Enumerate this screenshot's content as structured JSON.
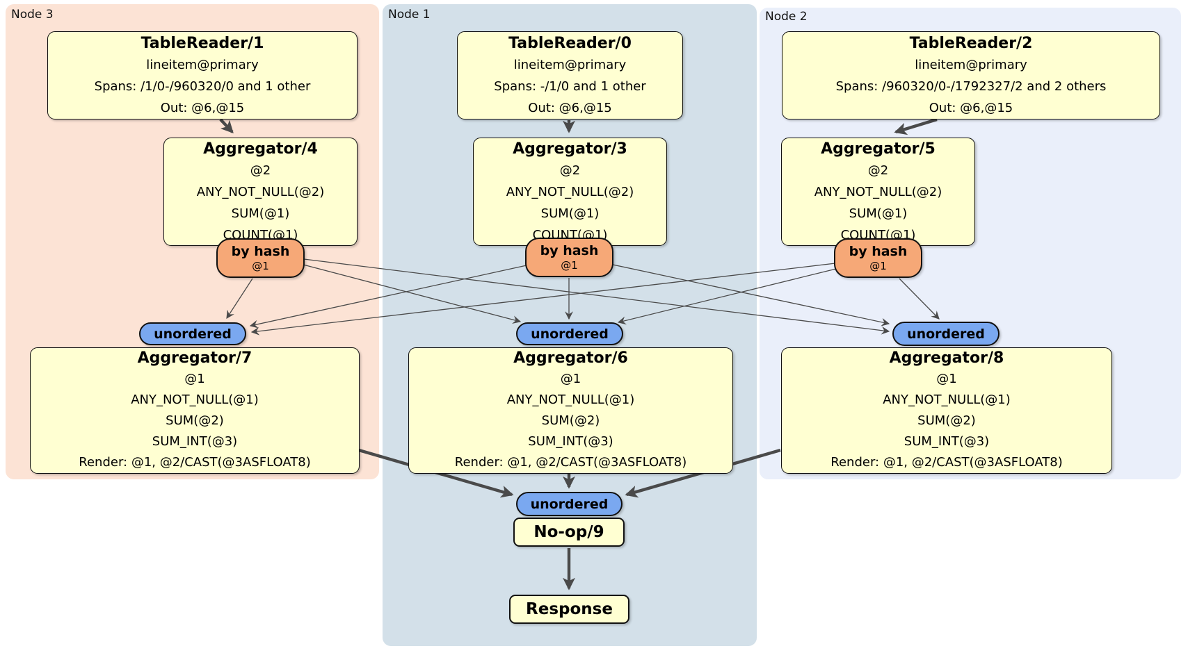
{
  "diagram_type": "distributed-sql-query-plan",
  "regions": {
    "node3": {
      "label": "Node 3",
      "bg_color": "#fce3d5"
    },
    "node1": {
      "label": "Node 1",
      "bg_color": "#d3e0e9"
    },
    "node2": {
      "label": "Node 2",
      "bg_color": "#eaeffa"
    }
  },
  "colors": {
    "processor_box_fill": "#ffffd2",
    "hash_router_fill": "#f6a877",
    "stream_collector_fill": "#7aa8f0",
    "edge_color": "#4a4a4a",
    "border_color": "#111111",
    "page_bg": "#ffffff"
  },
  "nodes": {
    "tr1": {
      "title": "TableReader/1",
      "lines": [
        "lineitem@primary",
        "Spans: /1/0-/960320/0 and 1 other",
        "Out: @6,@15"
      ]
    },
    "tr0": {
      "title": "TableReader/0",
      "lines": [
        "lineitem@primary",
        "Spans: -/1/0 and 1 other",
        "Out: @6,@15"
      ]
    },
    "tr2": {
      "title": "TableReader/2",
      "lines": [
        "lineitem@primary",
        "Spans: /960320/0-/1792327/2 and 2 others",
        "Out: @6,@15"
      ]
    },
    "agg4": {
      "title": "Aggregator/4",
      "lines": [
        "@2",
        "ANY_NOT_NULL(@2)",
        "SUM(@1)",
        "COUNT(@1)"
      ]
    },
    "agg3": {
      "title": "Aggregator/3",
      "lines": [
        "@2",
        "ANY_NOT_NULL(@2)",
        "SUM(@1)",
        "COUNT(@1)"
      ]
    },
    "agg5": {
      "title": "Aggregator/5",
      "lines": [
        "@2",
        "ANY_NOT_NULL(@2)",
        "SUM(@1)",
        "COUNT(@1)"
      ]
    },
    "agg7": {
      "title": "Aggregator/7",
      "lines": [
        "@1",
        "ANY_NOT_NULL(@1)",
        "SUM(@2)",
        "SUM_INT(@3)",
        "Render: @1, @2/CAST(@3ASFLOAT8)"
      ]
    },
    "agg6": {
      "title": "Aggregator/6",
      "lines": [
        "@1",
        "ANY_NOT_NULL(@1)",
        "SUM(@2)",
        "SUM_INT(@3)",
        "Render: @1, @2/CAST(@3ASFLOAT8)"
      ]
    },
    "agg8": {
      "title": "Aggregator/8",
      "lines": [
        "@1",
        "ANY_NOT_NULL(@1)",
        "SUM(@2)",
        "SUM_INT(@3)",
        "Render: @1, @2/CAST(@3ASFLOAT8)"
      ]
    },
    "byhash3": {
      "label": "by hash",
      "sub": "@1"
    },
    "byhash1": {
      "label": "by hash",
      "sub": "@1"
    },
    "byhash2": {
      "label": "by hash",
      "sub": "@1"
    },
    "un3": {
      "label": "unordered"
    },
    "un1": {
      "label": "unordered"
    },
    "un2": {
      "label": "unordered"
    },
    "unb": {
      "label": "unordered"
    },
    "noop": {
      "title": "No-op/9"
    },
    "response": {
      "title": "Response"
    }
  },
  "edges": [
    {
      "from": "TableReader/1",
      "to": "Aggregator/4",
      "style": "thick"
    },
    {
      "from": "TableReader/0",
      "to": "Aggregator/3",
      "style": "thick"
    },
    {
      "from": "TableReader/2",
      "to": "Aggregator/5",
      "style": "thick"
    },
    {
      "from": "by hash (Node 3)",
      "to": "unordered (Node 3)",
      "style": "thin"
    },
    {
      "from": "by hash (Node 3)",
      "to": "unordered (Node 1)",
      "style": "thin"
    },
    {
      "from": "by hash (Node 3)",
      "to": "unordered (Node 2)",
      "style": "thin"
    },
    {
      "from": "by hash (Node 1)",
      "to": "unordered (Node 3)",
      "style": "thin"
    },
    {
      "from": "by hash (Node 1)",
      "to": "unordered (Node 1)",
      "style": "thin"
    },
    {
      "from": "by hash (Node 1)",
      "to": "unordered (Node 2)",
      "style": "thin"
    },
    {
      "from": "by hash (Node 2)",
      "to": "unordered (Node 3)",
      "style": "thin"
    },
    {
      "from": "by hash (Node 2)",
      "to": "unordered (Node 1)",
      "style": "thin"
    },
    {
      "from": "by hash (Node 2)",
      "to": "unordered (Node 2)",
      "style": "thin"
    },
    {
      "from": "Aggregator/7",
      "to": "unordered (final)",
      "style": "thick"
    },
    {
      "from": "Aggregator/6",
      "to": "unordered (final)",
      "style": "thick"
    },
    {
      "from": "Aggregator/8",
      "to": "unordered (final)",
      "style": "thick"
    },
    {
      "from": "No-op/9",
      "to": "Response",
      "style": "thick"
    }
  ]
}
